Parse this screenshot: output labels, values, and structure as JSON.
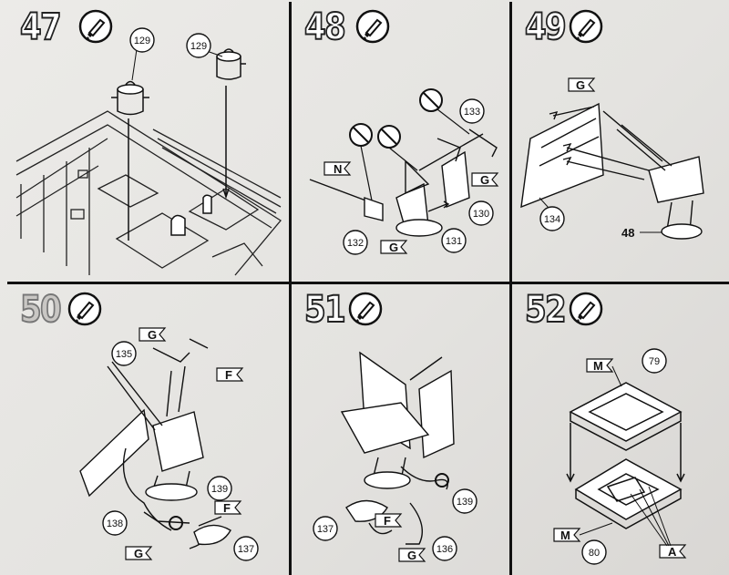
{
  "steps": [
    {
      "number": "47",
      "parts": [
        "129",
        "129"
      ],
      "letters": []
    },
    {
      "number": "48",
      "parts": [
        "133",
        "132",
        "131",
        "130"
      ],
      "letters": [
        "N",
        "G",
        "G"
      ]
    },
    {
      "number": "49",
      "parts": [
        "134",
        "48"
      ],
      "letters": [
        "G"
      ]
    },
    {
      "number": "50",
      "parts": [
        "135",
        "139",
        "138",
        "137"
      ],
      "letters": [
        "G",
        "F",
        "F",
        "G"
      ]
    },
    {
      "number": "51",
      "parts": [
        "139",
        "137",
        "136"
      ],
      "letters": [
        "F",
        "G"
      ]
    },
    {
      "number": "52",
      "parts": [
        "79",
        "80"
      ],
      "letters": [
        "M",
        "M",
        "A"
      ]
    }
  ],
  "colors": {
    "ink": "#111111",
    "paper": "#e9e8e5",
    "divider": "#111111"
  },
  "icons": {
    "glue": "glue-tube-icon"
  }
}
